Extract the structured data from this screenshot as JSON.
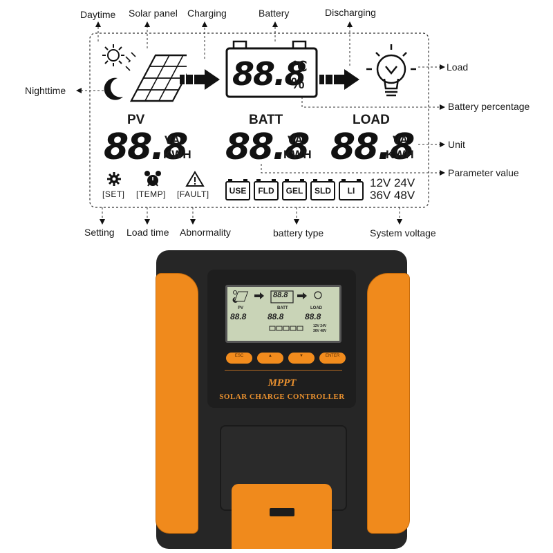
{
  "diagram": {
    "callouts": {
      "daytime": "Daytime",
      "solar_panel": "Solar panel",
      "charging": "Charging",
      "battery": "Battery",
      "discharging": "Discharging",
      "load": "Load",
      "nighttime": "Nighttime",
      "battery_percentage": "Battery percentage",
      "unit": "Unit",
      "parameter_value": "Parameter value",
      "setting": "Setting",
      "load_time": "Load time",
      "abnormality": "Abnormality",
      "battery_type": "battery type",
      "system_voltage": "System voltage"
    },
    "display": {
      "battery_reading": "88.8",
      "celsius": "℃",
      "percent": "%",
      "pv_label": "PV",
      "batt_label": "BATT",
      "load_label": "LOAD",
      "pv_value": "88.8",
      "batt_value": "88.8",
      "load_value": "88.8",
      "unit_va": "VA",
      "unit_kwh": "KWH",
      "indicator_set": "[SET]",
      "indicator_temp": "[TEMP]",
      "indicator_fault": "[FAULT]",
      "battery_types": [
        "USE",
        "FLD",
        "GEL",
        "SLD",
        "LI"
      ],
      "voltages_row1": "12V 24V",
      "voltages_row2": "36V 48V"
    }
  },
  "device": {
    "buttons": [
      "ESC",
      "▲",
      "▼",
      "ENTER"
    ],
    "brand_line1": "MPPT",
    "brand_line2": "SOLAR CHARGE CONTROLLER"
  },
  "colors": {
    "accent": "#f08a1c",
    "body": "#262626",
    "lcd": "#c9d4b7"
  }
}
